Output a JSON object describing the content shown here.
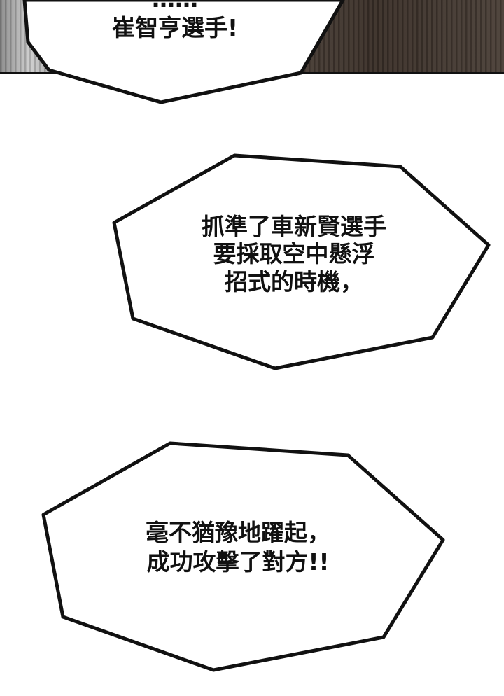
{
  "bubbles": [
    {
      "lines": [
        "……",
        "崔智亨選手!"
      ]
    },
    {
      "lines": [
        "抓準了車新賢選手",
        "要採取空中懸浮",
        "招式的時機，"
      ]
    },
    {
      "lines": [
        "毫不猶豫地躍起，",
        "成功攻擊了對方!!"
      ]
    }
  ],
  "colors": {
    "background": "#ffffff",
    "outline": "#111111",
    "text": "#111111"
  }
}
